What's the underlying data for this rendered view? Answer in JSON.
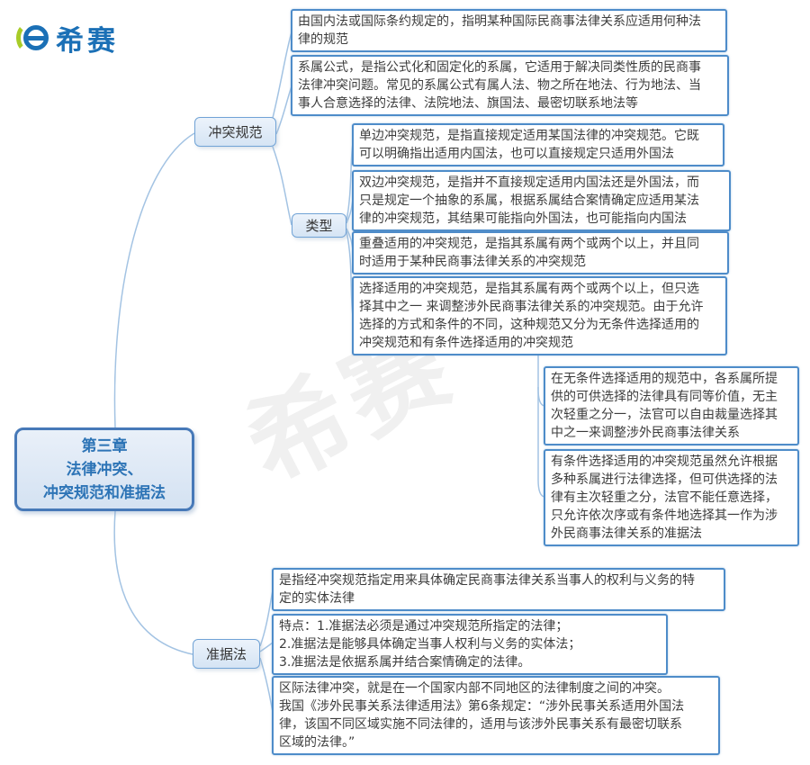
{
  "app": {
    "logo_text": "希赛",
    "watermark": "希赛"
  },
  "colors": {
    "brand_blue": "#1b70b6",
    "brand_green": "#a8cc28",
    "box_border": "#4e8cc9",
    "topic_fill": "#d5e4f4",
    "topic_border": "#71a3d6",
    "root_border": "#4779b8",
    "root_text": "#2d74b6",
    "edge": "#a3c3e3"
  },
  "mindmap": {
    "root": {
      "label": "第三章\n法律冲突、\n冲突规范和准据法"
    },
    "conflict_norms": {
      "label": "冲突规范",
      "definition": "由国内法或国际条约规定的，指明某种国际民商事法律关系应适用何种法\n律的规范",
      "formula": "系属公式，是指公式化和固定化的系属，它适用于解决同类性质的民商事\n法律冲突问题。常见的系属公式有属人法、物之所在地法、行为地法、当\n事人合意选择的法律、法院地法、旗国法、最密切联系地法等",
      "types": {
        "label": "类型",
        "unilateral": "单边冲突规范，是指直接规定适用某国法律的冲突规范。它既\n可以明确指出适用内国法，也可以直接规定只适用外国法",
        "bilateral": "双边冲突规范，是指并不直接规定适用内国法还是外国法，而\n只是规定一个抽象的系属，根据系属结合案情确定应适用某法\n律的冲突规范，其结果可能指向外国法，也可能指向内国法",
        "cumulative": "重叠适用的冲突规范，是指其系属有两个或两个以上，并且同\n时适用于某种民商事法律关系的冲突规范",
        "alternative": "选择适用的冲突规范，是指其系属有两个或两个以上，但只选\n择其中之一 来调整涉外民商事法律关系的冲突规范。由于允许\n选择的方式和条件的不同，这种规范又分为无条件选择适用的\n冲突规范和有条件选择适用的冲突规范",
        "unconditional_choice": "在无条件选择适用的规范中，各系属所提\n供的可供选择的法律具有同等价值，无主\n次轻重之分一，法官可以自由裁量选择其\n中之一来调整涉外民商事法律关系",
        "conditional_choice": "有条件选择适用的冲突规范虽然允许根据\n多种系属进行法律选择，但可供选择的法\n律有主次轻重之分，法官不能任意选择，\n只允许依次序或有条件地选择其一作为涉\n外民商事法律关系的准据法"
      }
    },
    "applicable_law": {
      "label": "准据法",
      "definition": "是指经冲突规范指定用来具体确定民商事法律关系当事人的权利与义务的特\n定的实体法律",
      "features": "特点：1.准据法必须是通过冲突规范所指定的法律；\n2.准据法是能够具体确定当事人权利与义务的实体法；\n3.准据法是依据系属并结合案情确定的法律。",
      "interregional_conflict": "区际法律冲突，就是在一个国家内部不同地区的法律制度之间的冲突。\n我国《涉外民事关系法律适用法》第6条规定：“涉外民事关系适用外国法\n律，该国不同区域实施不同法律的，适用与该涉外民事关系有最密切联系\n区域的法律。”"
    }
  }
}
